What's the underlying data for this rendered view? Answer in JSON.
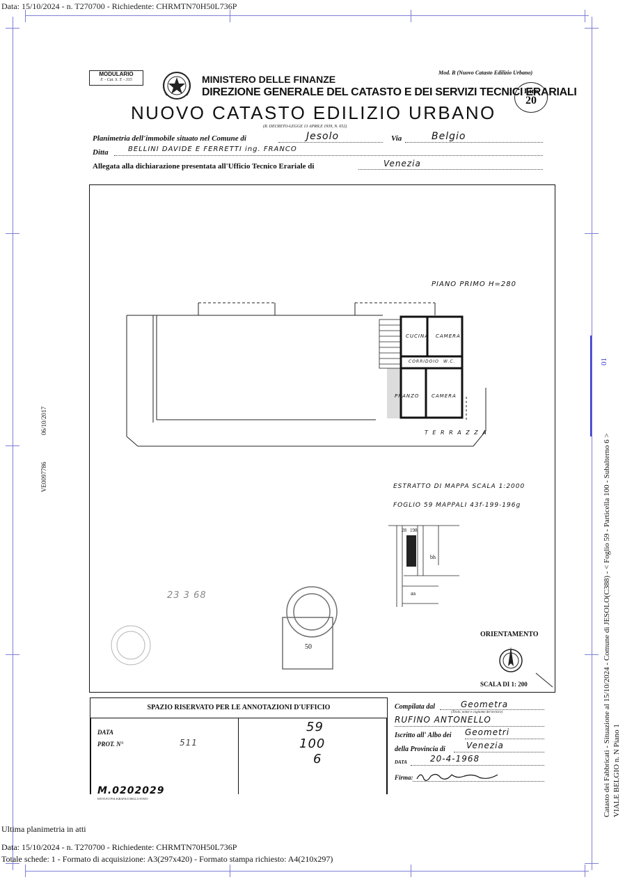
{
  "header": {
    "top_line": "Data: 15/10/2024 - n. T270700 - Richiedente: CHRMTN70H50L736P"
  },
  "form": {
    "modulario_1": "MODULARIO",
    "modulario_2": "F. - Cat. S. T. - 315",
    "ministry": "MINISTERO DELLE FINANZE",
    "direction": "DIREZIONE GENERALE DEL CATASTO E DEI SERVIZI TECNICI ERARIALI",
    "mod_b": "Mod. B (Nuovo Catasto Edilizio Urbano)",
    "lire_label": "Lire",
    "lire_value": "20",
    "title": "NUOVO CATASTO EDILIZIO URBANO",
    "decree": "(R. DECRETO-LEGGE 13 APRILE 1939, N. 652)",
    "planimetria_label": "Planimetria dell'immobile situato nel Comune di",
    "comune_value": "Jesolo",
    "via_label": "Via",
    "via_value": "Belgio",
    "ditta_label": "Ditta",
    "ditta_value": "BELLINI DAVIDE E FERRETTI ing. FRANCO",
    "allegata_label": "Allegata alla dichiarazione presentata all'Ufficio Tecnico Erariale di",
    "ufficio_value": "Venezia"
  },
  "plan": {
    "floor_label": "PIANO PRIMO H=280",
    "rooms": [
      "CUCINA",
      "CAMERA",
      "CORRIDOIO",
      "W.C.",
      "PRANZO",
      "CAMERA"
    ],
    "terrace_label": "T E R R A Z Z A",
    "extract_label": "ESTRATTO DI MAPPA SCALA 1:2000",
    "foglio_label": "FOGLIO 59 MAPPALI 43f-199-196g",
    "map_numbers": [
      "28",
      "198",
      "bh",
      "aa"
    ],
    "orientation_label": "ORIENTAMENTO",
    "scale_label": "SCALA DI 1: 200"
  },
  "stamp": {
    "handwritten": "23 3 68",
    "number": "50"
  },
  "office": {
    "title": "SPAZIO RISERVATO PER LE ANNOTAZIONI D'UFFICIO",
    "data_label": "DATA",
    "prot_label": "PROT. N°",
    "prot_value": "511",
    "foglio": "59",
    "particella": "100",
    "subalterno": "6",
    "model_number": "M.0202029",
    "printer": "ISTITUTO POLIGRAFICO DELLO STATO"
  },
  "signature_block": {
    "compilata_label": "Compilata dal",
    "compilata_value": "Geometra",
    "compilata_hint": "(Titolo, nome e cognome del tecnico)",
    "tecnico_name": "RUFINO ANTONELLO",
    "iscritto_label": "Iscritto all' Albo dei",
    "albo_value": "Geometri",
    "provincia_label": "della Provincia di",
    "provincia_value": "Venezia",
    "data_label": "DATA",
    "data_value": "20-4-1968",
    "firma_label": "Firma:"
  },
  "side": {
    "left_date": "06/10/2017",
    "left_code": "VE0097786",
    "right_line1": "Catasto dei Fabbricati - Situazione al 15/10/2024 - Comune di JESOLO(C388) - < Foglio 59 - Particella 100 - Subalterno 6 >",
    "right_line2": "VIALE BELGIO n. N Piano 1",
    "right_marker": "01"
  },
  "footer": {
    "ultima": "Ultima planimetria in atti",
    "line1": "Data: 15/10/2024 - n. T270700 - Richiedente: CHRMTN70H50L736P",
    "line2": "Totale schede: 1 - Formato di acquisizione: A3(297x420) - Formato stampa richiesto: A4(210x297)"
  }
}
